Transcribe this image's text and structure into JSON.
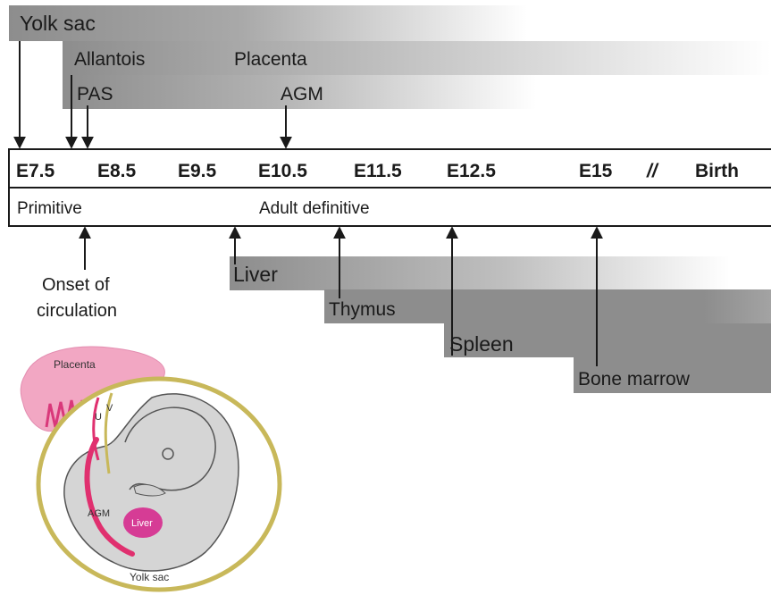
{
  "sites": {
    "yolk_sac": "Yolk sac",
    "allantois": "Allantois",
    "placenta": "Placenta",
    "pas": "PAS",
    "agm": "AGM",
    "liver": "Liver",
    "thymus": "Thymus",
    "spleen": "Spleen",
    "bone_marrow": "Bone marrow"
  },
  "timeline": {
    "stages": [
      "E7.5",
      "E8.5",
      "E9.5",
      "E10.5",
      "E11.5",
      "E12.5",
      "E15",
      "//",
      "Birth"
    ],
    "phases": [
      "Primitive",
      "Adult definitive"
    ]
  },
  "circulation_label": [
    "Onset of",
    "circulation"
  ],
  "embryo": {
    "placenta": "Placenta",
    "u": "U",
    "v": "V",
    "agm": "AGM",
    "liver": "Liver",
    "yolk_sac": "Yolk sac"
  },
  "colors": {
    "band_dark": "#8c8c8c",
    "placenta_fill": "#f2a7c3",
    "yolk_sac_ring": "#c8b85a",
    "embryo_fill": "#d5d5d5",
    "aorta": "#e0306f",
    "liver_fill": "#d63c95"
  }
}
